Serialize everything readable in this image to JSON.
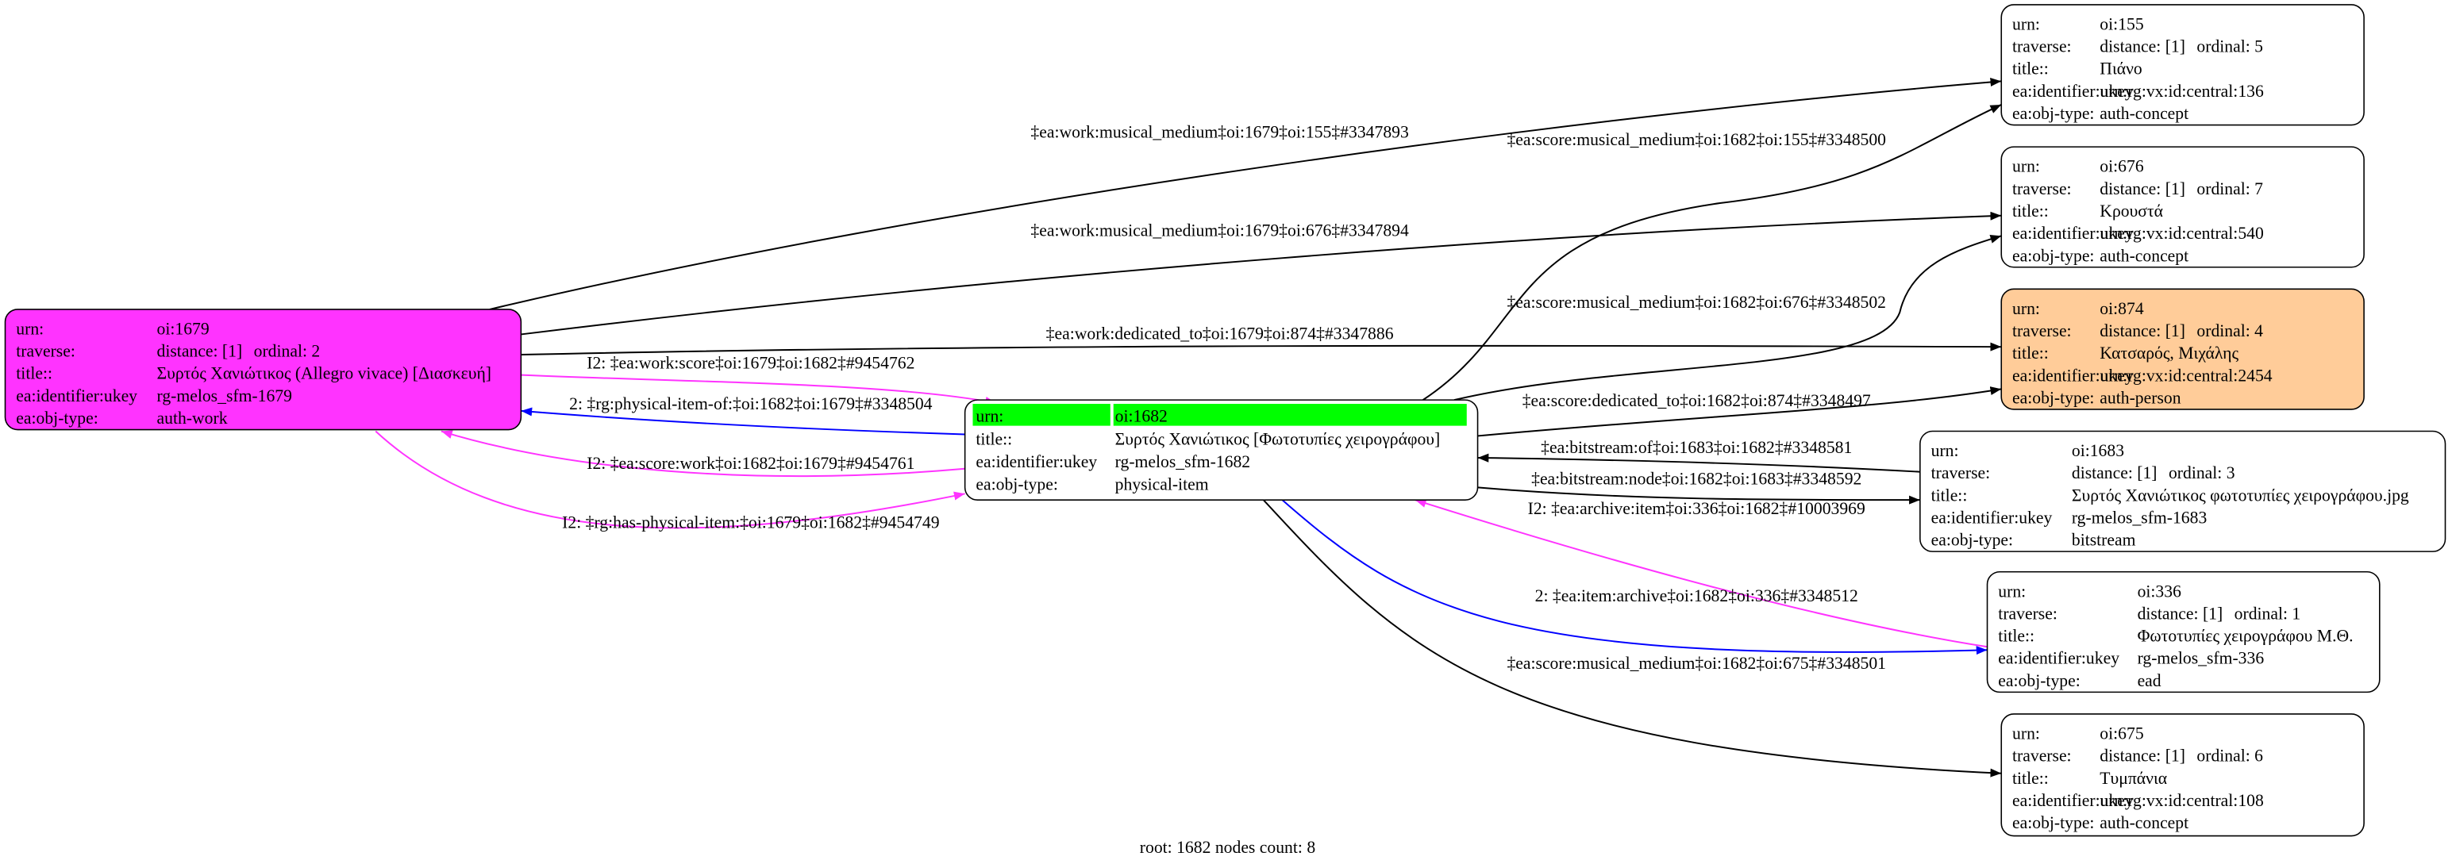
{
  "colors": {
    "root": "#00ff00",
    "work": "#ff33ff",
    "person": "#ffcc99",
    "plain": "#ffffff",
    "black": "#000000",
    "magenta": "#ff33ff",
    "blue": "#0000ff"
  },
  "nodes": [
    {
      "id": "n1679",
      "fill": "#ff33ff",
      "rows": [
        [
          "urn:",
          "oi:1679"
        ],
        [
          "traverse:",
          "distance: [1]",
          "ordinal: 2"
        ],
        [
          "title::",
          "Συρτός Χανιώτικος (Allegro vivace) [Διασκευή]"
        ],
        [
          "ea:identifier:ukey",
          "rg-melos_sfm-1679"
        ],
        [
          "ea:obj-type:",
          "auth-work"
        ]
      ]
    },
    {
      "id": "n1682",
      "fill": "#ffffff",
      "highlight_first_row": true,
      "rows": [
        [
          "urn:",
          "oi:1682"
        ],
        [
          "title::",
          "Συρτός Χανιώτικος [Φωτοτυπίες χειρογράφου]"
        ],
        [
          "ea:identifier:ukey",
          "rg-melos_sfm-1682"
        ],
        [
          "ea:obj-type:",
          "physical-item"
        ]
      ]
    },
    {
      "id": "n155",
      "fill": "#ffffff",
      "rows": [
        [
          "urn:",
          "oi:155"
        ],
        [
          "traverse:",
          "distance: [1]",
          "ordinal: 5"
        ],
        [
          "title::",
          "Πιάνο"
        ],
        [
          "ea:identifier:ukey",
          "urn:rg:vx:id:central:136"
        ],
        [
          "ea:obj-type:",
          "auth-concept"
        ]
      ]
    },
    {
      "id": "n676",
      "fill": "#ffffff",
      "rows": [
        [
          "urn:",
          "oi:676"
        ],
        [
          "traverse:",
          "distance: [1]",
          "ordinal: 7"
        ],
        [
          "title::",
          "Κρουστά"
        ],
        [
          "ea:identifier:ukey",
          "urn:rg:vx:id:central:540"
        ],
        [
          "ea:obj-type:",
          "auth-concept"
        ]
      ]
    },
    {
      "id": "n874",
      "fill": "#ffcc99",
      "rows": [
        [
          "urn:",
          "oi:874"
        ],
        [
          "traverse:",
          "distance: [1]",
          "ordinal: 4"
        ],
        [
          "title::",
          "Κατσαρός, Μιχάλης"
        ],
        [
          "ea:identifier:ukey",
          "urn:rg:vx:id:central:2454"
        ],
        [
          "ea:obj-type:",
          "auth-person"
        ]
      ]
    },
    {
      "id": "n1683",
      "fill": "#ffffff",
      "rows": [
        [
          "urn:",
          "oi:1683"
        ],
        [
          "traverse:",
          "distance: [1]",
          "ordinal: 3"
        ],
        [
          "title::",
          "Συρτός Χανιώτικος φωτοτυπίες χειρογράφου.jpg"
        ],
        [
          "ea:identifier:ukey",
          "rg-melos_sfm-1683"
        ],
        [
          "ea:obj-type:",
          "bitstream"
        ]
      ]
    },
    {
      "id": "n336",
      "fill": "#ffffff",
      "rows": [
        [
          "urn:",
          "oi:336"
        ],
        [
          "traverse:",
          "distance: [1]",
          "ordinal: 1"
        ],
        [
          "title::",
          "Φωτοτυπίες χειρογράφου Μ.Θ."
        ],
        [
          "ea:identifier:ukey",
          "rg-melos_sfm-336"
        ],
        [
          "ea:obj-type:",
          "ead"
        ]
      ]
    },
    {
      "id": "n675",
      "fill": "#ffffff",
      "rows": [
        [
          "urn:",
          "oi:675"
        ],
        [
          "traverse:",
          "distance: [1]",
          "ordinal: 6"
        ],
        [
          "title::",
          "Τυμπάνια"
        ],
        [
          "ea:identifier:ukey",
          "urn:rg:vx:id:central:108"
        ],
        [
          "ea:obj-type:",
          "auth-concept"
        ]
      ]
    }
  ],
  "edges": [
    {
      "from": "n1679",
      "to": "n155",
      "color": "#000000",
      "label": "‡ea:work:musical_medium‡oi:1679‡oi:155‡#3347893"
    },
    {
      "from": "n1679",
      "to": "n676",
      "color": "#000000",
      "label": "‡ea:work:musical_medium‡oi:1679‡oi:676‡#3347894"
    },
    {
      "from": "n1679",
      "to": "n874",
      "color": "#000000",
      "label": "‡ea:work:dedicated_to‡oi:1679‡oi:874‡#3347886"
    },
    {
      "from": "n1679",
      "to": "n1682",
      "color": "#ff33ff",
      "label": "I2: ‡ea:work:score‡oi:1679‡oi:1682‡#9454762"
    },
    {
      "from": "n1682",
      "to": "n1679",
      "color": "#0000ff",
      "label": "2: ‡rg:physical-item-of:‡oi:1682‡oi:1679‡#3348504"
    },
    {
      "from": "n1682",
      "to": "n1679",
      "color": "#ff33ff",
      "label": "I2: ‡ea:score:work‡oi:1682‡oi:1679‡#9454761"
    },
    {
      "from": "n1679",
      "to": "n1682",
      "color": "#ff33ff",
      "label": "I2: ‡rg:has-physical-item:‡oi:1679‡oi:1682‡#9454749"
    },
    {
      "from": "n1682",
      "to": "n155",
      "color": "#000000",
      "label": "‡ea:score:musical_medium‡oi:1682‡oi:155‡#3348500"
    },
    {
      "from": "n1682",
      "to": "n676",
      "color": "#000000",
      "label": "‡ea:score:musical_medium‡oi:1682‡oi:676‡#3348502"
    },
    {
      "from": "n1682",
      "to": "n874",
      "color": "#000000",
      "label": "‡ea:score:dedicated_to‡oi:1682‡oi:874‡#3348497"
    },
    {
      "from": "n1683",
      "to": "n1682",
      "color": "#000000",
      "label": "‡ea:bitstream:of‡oi:1683‡oi:1682‡#3348581"
    },
    {
      "from": "n1682",
      "to": "n1683",
      "color": "#000000",
      "label": "‡ea:bitstream:node‡oi:1682‡oi:1683‡#3348592"
    },
    {
      "from": "n336",
      "to": "n1682",
      "color": "#ff33ff",
      "label": "I2: ‡ea:archive:item‡oi:336‡oi:1682‡#10003969"
    },
    {
      "from": "n1682",
      "to": "n336",
      "color": "#0000ff",
      "label": "2: ‡ea:item:archive‡oi:1682‡oi:336‡#3348512"
    },
    {
      "from": "n1682",
      "to": "n675",
      "color": "#000000",
      "label": "‡ea:score:musical_medium‡oi:1682‡oi:675‡#3348501"
    }
  ],
  "footer": "root: 1682 nodes count: 8"
}
